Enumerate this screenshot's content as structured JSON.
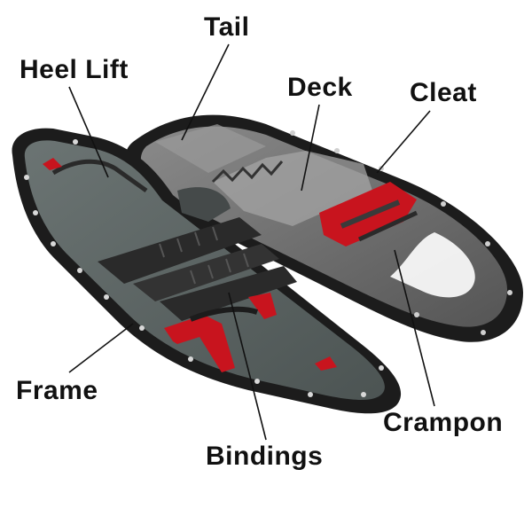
{
  "labels": {
    "tail": "Tail",
    "heel_lift": "Heel Lift",
    "deck": "Deck",
    "cleat": "Cleat",
    "frame": "Frame",
    "crampon": "Crampon",
    "bindings": "Bindings"
  },
  "colors": {
    "frame": "#1c1c1c",
    "left_deck": "#5f6867",
    "right_deck": "#7a7a7a",
    "crampon": "#c8141e",
    "binding_strap": "#2a2a2a",
    "leader_line": "#111111"
  }
}
